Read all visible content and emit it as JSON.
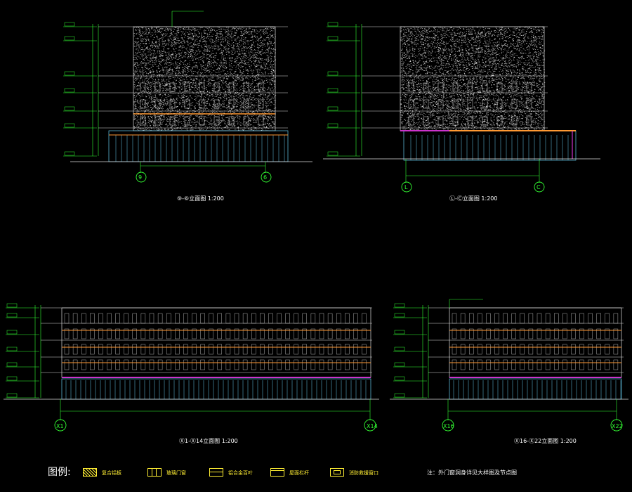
{
  "colors": {
    "background": "#000000",
    "dimension": "#33ff33",
    "facade_white": "#dddddd",
    "glass_cyan": "#66ccee",
    "band_orange": "#ff9933",
    "band_magenta": "#cc33cc",
    "note_yellow": "#ffee33"
  },
  "elevations": [
    {
      "title": "⑨-⑥立面图  1:200",
      "axis_left": "9",
      "axis_right": "6"
    },
    {
      "title": "Ⓛ-Ⓒ立面图  1:200",
      "axis_left": "L",
      "axis_right": "C"
    },
    {
      "title": "Ⓧ1-Ⓧ14立面图  1:200",
      "axis_left": "X1",
      "axis_right": "X14"
    },
    {
      "title": "Ⓧ16-Ⓧ22立面图  1:200",
      "axis_left": "X16",
      "axis_right": "X22"
    }
  ],
  "legend": {
    "heading": "图例:",
    "items": [
      {
        "icon": "texture-swatch",
        "label": "复合铝板"
      },
      {
        "icon": "grid-swatch",
        "label": "玻璃门窗"
      },
      {
        "icon": "grid-swatch",
        "label": "铝合金百叶"
      },
      {
        "icon": "band-swatch",
        "label": "屋面栏杆"
      },
      {
        "icon": "box-swatch",
        "label": "消防救援窗口"
      }
    ]
  },
  "note": "注：外门窗洞身详见大样图及节点图"
}
